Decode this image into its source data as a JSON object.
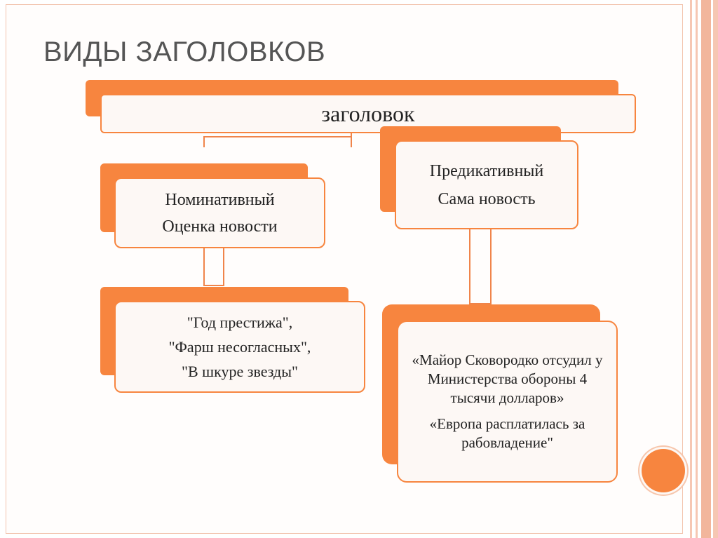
{
  "slide": {
    "title": "Виды заголовков"
  },
  "diagram": {
    "root": {
      "label": "заголовок"
    },
    "nominative": {
      "line1": "Номинативный",
      "line2": "Оценка новости"
    },
    "predicative": {
      "line1": "Предикативный",
      "line2": "Сама новость"
    },
    "nominative_examples": {
      "lines": [
        "\"Год престижа\",",
        "\"Фарш несогласных\",",
        "\"В шкуре звезды\""
      ]
    },
    "predicative_examples": {
      "first": "«Майор Сковородко отсудил у Министерства обороны 4 тысячи долларов»",
      "second": "«Европа расплатилась за рабовладение\""
    }
  },
  "colors": {
    "accent": "#f7853f",
    "card_fill": "#fdf8f5",
    "title_text": "#555555"
  }
}
